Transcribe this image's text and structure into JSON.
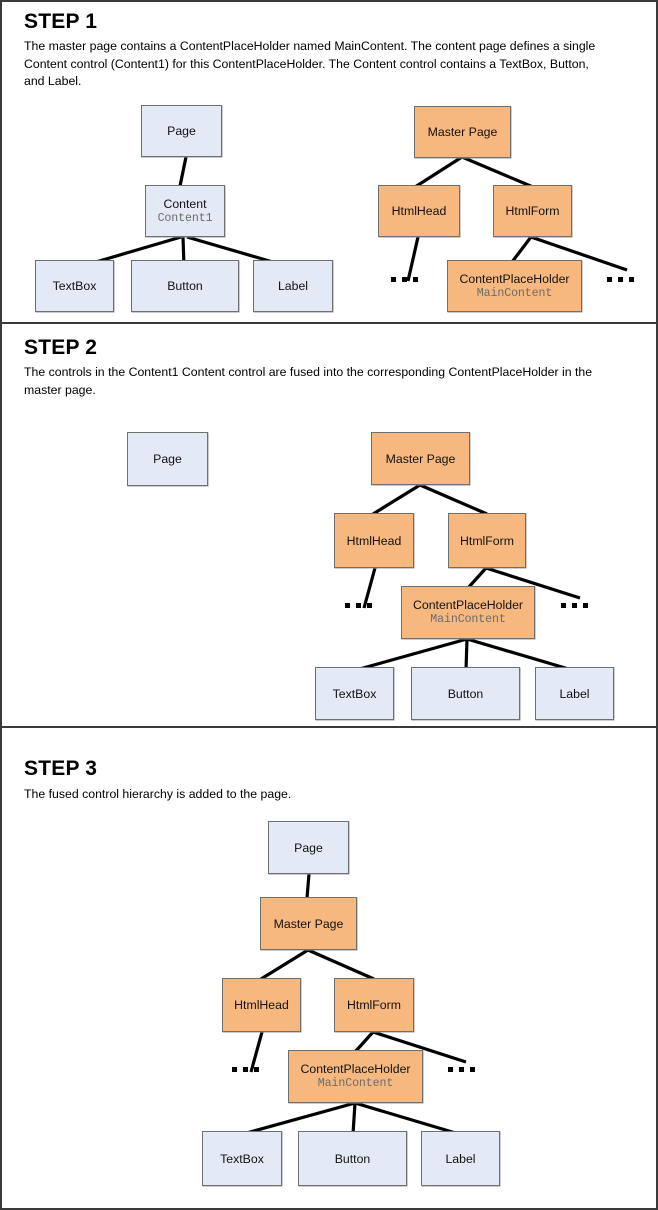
{
  "sections": [
    {
      "title": "STEP 1",
      "description": "The master page contains a ContentPlaceHolder named MainContent. The content page defines a single Content control (Content1) for this ContentPlaceHolder. The Content control contains a TextBox, Button, and Label."
    },
    {
      "title": "STEP 2",
      "description": "The controls in the Content1 Content control are fused into the corresponding ContentPlaceHolder in the master page."
    },
    {
      "title": "STEP 3",
      "description": "The fused control hierarchy is added to the page."
    }
  ],
  "nodes": {
    "page": "Page",
    "content": "Content",
    "content_id": "Content1",
    "textbox": "TextBox",
    "button": "Button",
    "label": "Label",
    "master_page": "Master Page",
    "html_head": "HtmlHead",
    "html_form": "HtmlForm",
    "content_placeholder": "ContentPlaceHolder",
    "content_placeholder_id": "MainContent"
  },
  "colors": {
    "content_page_fill": "#e3eaf6",
    "master_page_fill": "#f7b87f",
    "border": "#6f6f6f",
    "connector": "#000000",
    "text": "#111111",
    "sub_text": "#6b6b6b"
  }
}
